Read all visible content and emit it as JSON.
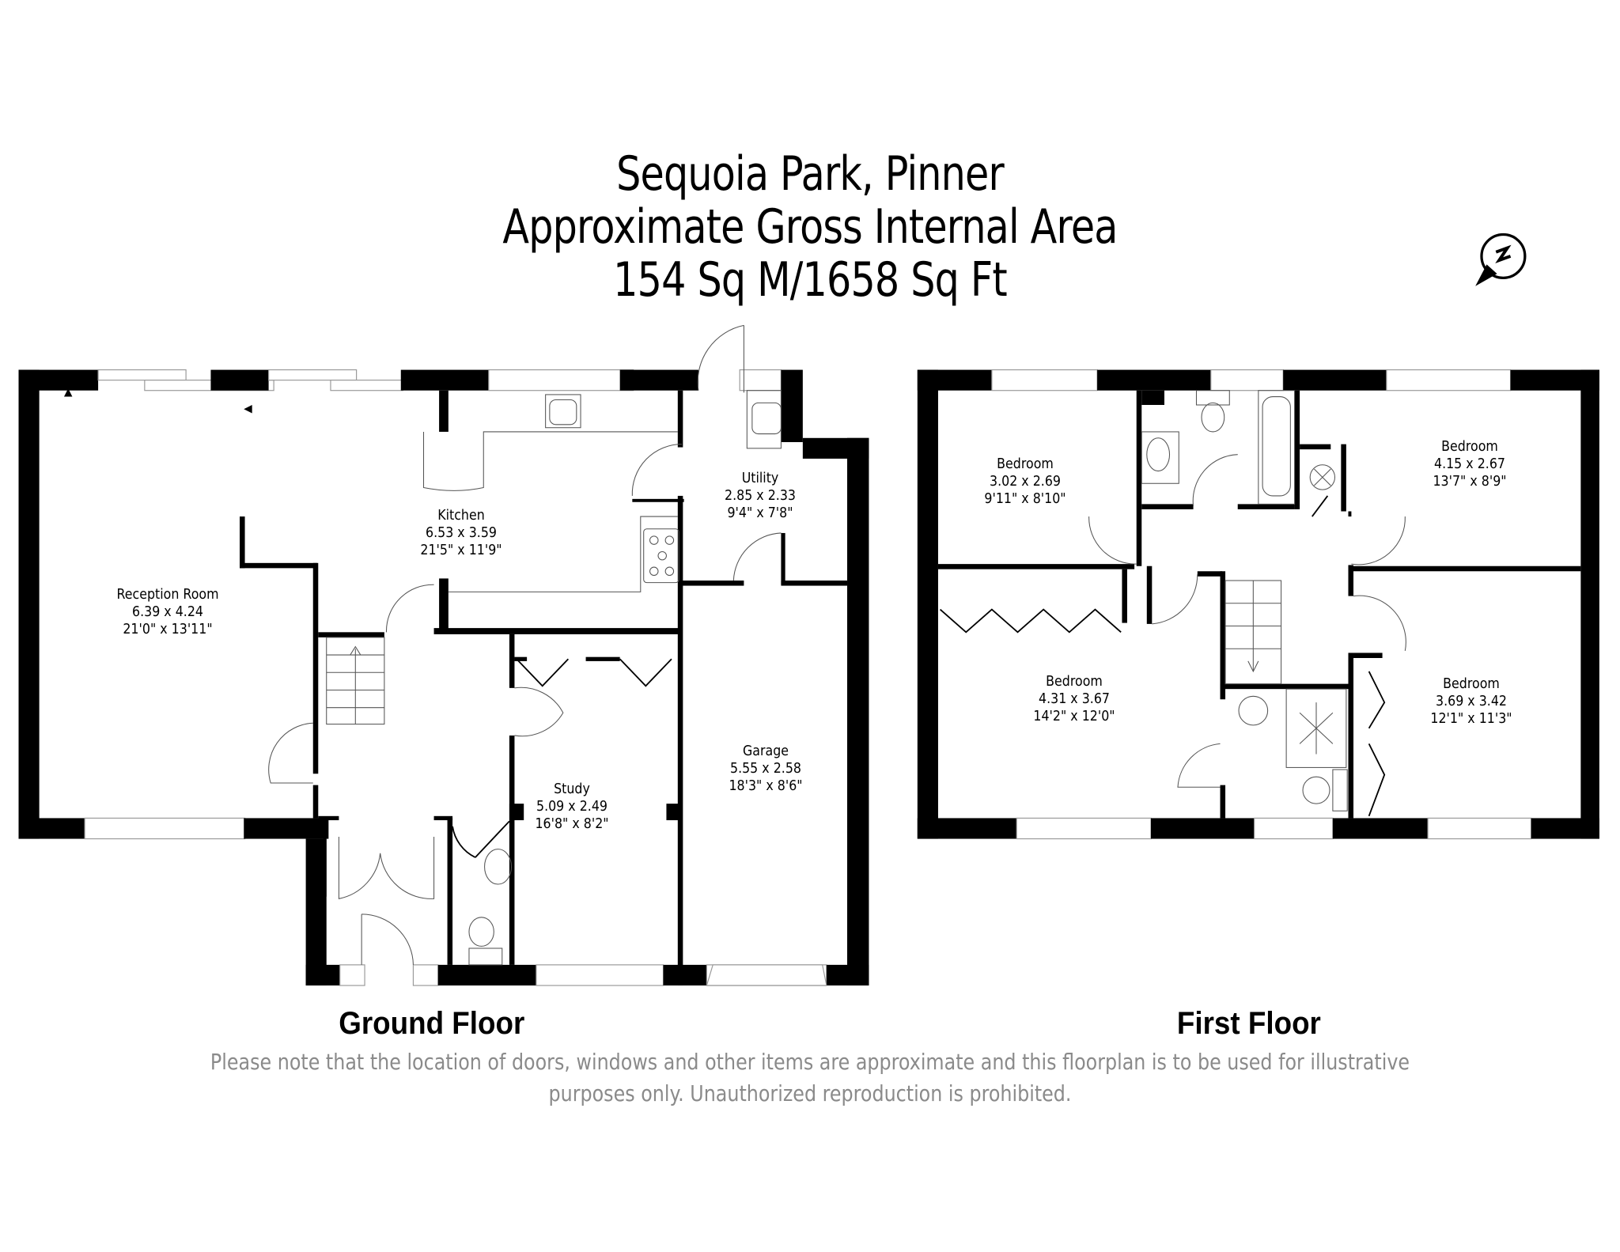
{
  "header": {
    "line1": "Sequoia Park, Pinner",
    "line2": "Approximate Gross Internal Area",
    "line3": "154 Sq M/1658 Sq Ft"
  },
  "compass": {
    "icon": "north-compass-icon",
    "letter": "N"
  },
  "ground_floor": {
    "label": "Ground Floor",
    "rooms": [
      {
        "name": "Reception Room",
        "metric": "6.39 x 4.24",
        "imperial": "21'0\" x 13'11\""
      },
      {
        "name": "Kitchen",
        "metric": "6.53 x 3.59",
        "imperial": "21'5\" x 11'9\""
      },
      {
        "name": "Utility",
        "metric": "2.85 x 2.33",
        "imperial": "9'4\" x 7'8\""
      },
      {
        "name": "Study",
        "metric": "5.09 x 2.49",
        "imperial": "16'8\" x 8'2\""
      },
      {
        "name": "Garage",
        "metric": "5.55 x 2.58",
        "imperial": "18'3\" x 8'6\""
      }
    ]
  },
  "first_floor": {
    "label": "First Floor",
    "rooms": [
      {
        "name": "Bedroom",
        "metric": "3.02 x 2.69",
        "imperial": "9'11\" x 8'10\""
      },
      {
        "name": "Bedroom",
        "metric": "4.15 x 2.67",
        "imperial": "13'7\" x 8'9\""
      },
      {
        "name": "Bedroom",
        "metric": "4.31 x 3.67",
        "imperial": "14'2\" x 12'0\""
      },
      {
        "name": "Bedroom",
        "metric": "3.69 x 3.42",
        "imperial": "12'1\" x 11'3\""
      }
    ]
  },
  "disclaimer": {
    "line1": "Please note that the location of doors, windows and other items are approximate and this floorplan is to be used for illustrative",
    "line2": "purposes only. Unauthorized reproduction is prohibited."
  }
}
